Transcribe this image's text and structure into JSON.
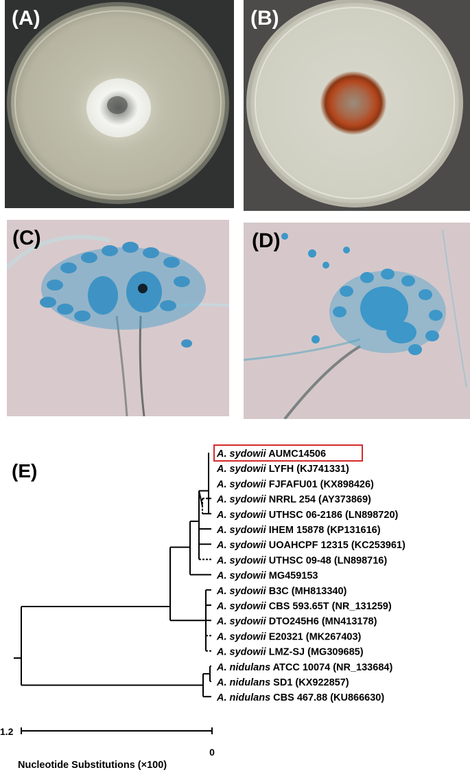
{
  "panels": {
    "a": {
      "label": "(A)"
    },
    "b": {
      "label": "(B)"
    },
    "c": {
      "label": "(C)"
    },
    "d": {
      "label": "(D)"
    },
    "e": {
      "label": "(E)"
    }
  },
  "tree": {
    "leaves": [
      {
        "genus": "A. sydowii",
        "strain": "AUMC14506",
        "highlight": true
      },
      {
        "genus": "A. sydowii",
        "strain": "LYFH (KJ741331)"
      },
      {
        "genus": "A. sydowii",
        "strain": "FJFAFU01 (KX898426)"
      },
      {
        "genus": "A. sydowii",
        "strain": "NRRL 254 (AY373869)"
      },
      {
        "genus": "A. sydowii",
        "strain": "UTHSC 06-2186 (LN898720)"
      },
      {
        "genus": "A. sydowii",
        "strain": "IHEM 15878 (KP131616)"
      },
      {
        "genus": "A. sydowii",
        "strain": "UOAHCPF 12315 (KC253961)"
      },
      {
        "genus": "A. sydowii",
        "strain": "UTHSC 09-48 (LN898716)"
      },
      {
        "genus": "A. sydowii",
        "strain": "MG459153"
      },
      {
        "genus": "A. sydowii",
        "strain": "B3C (MH813340)"
      },
      {
        "genus": "A. sydowii",
        "strain": "CBS 593.65T (NR_131259)"
      },
      {
        "genus": "A. sydowii",
        "strain": "DTO245H6 (MN413178)"
      },
      {
        "genus": "A. sydowii",
        "strain": "E20321 (MK267403)"
      },
      {
        "genus": "A. sydowii",
        "strain": "LMZ-SJ (MG309685)"
      },
      {
        "genus": "A. nidulans",
        "strain": "ATCC 10074 (NR_133684)"
      },
      {
        "genus": "A. nidulans",
        "strain": "SD1 (KX922857)"
      },
      {
        "genus": "A. nidulans",
        "strain": "CBS 467.88 (KU866630)"
      }
    ],
    "scale": {
      "left_label": "1.2",
      "right_label": "0",
      "axis_title": "Nucleotide Substitutions (×100)"
    },
    "highlight_color": "#d42a2a"
  }
}
